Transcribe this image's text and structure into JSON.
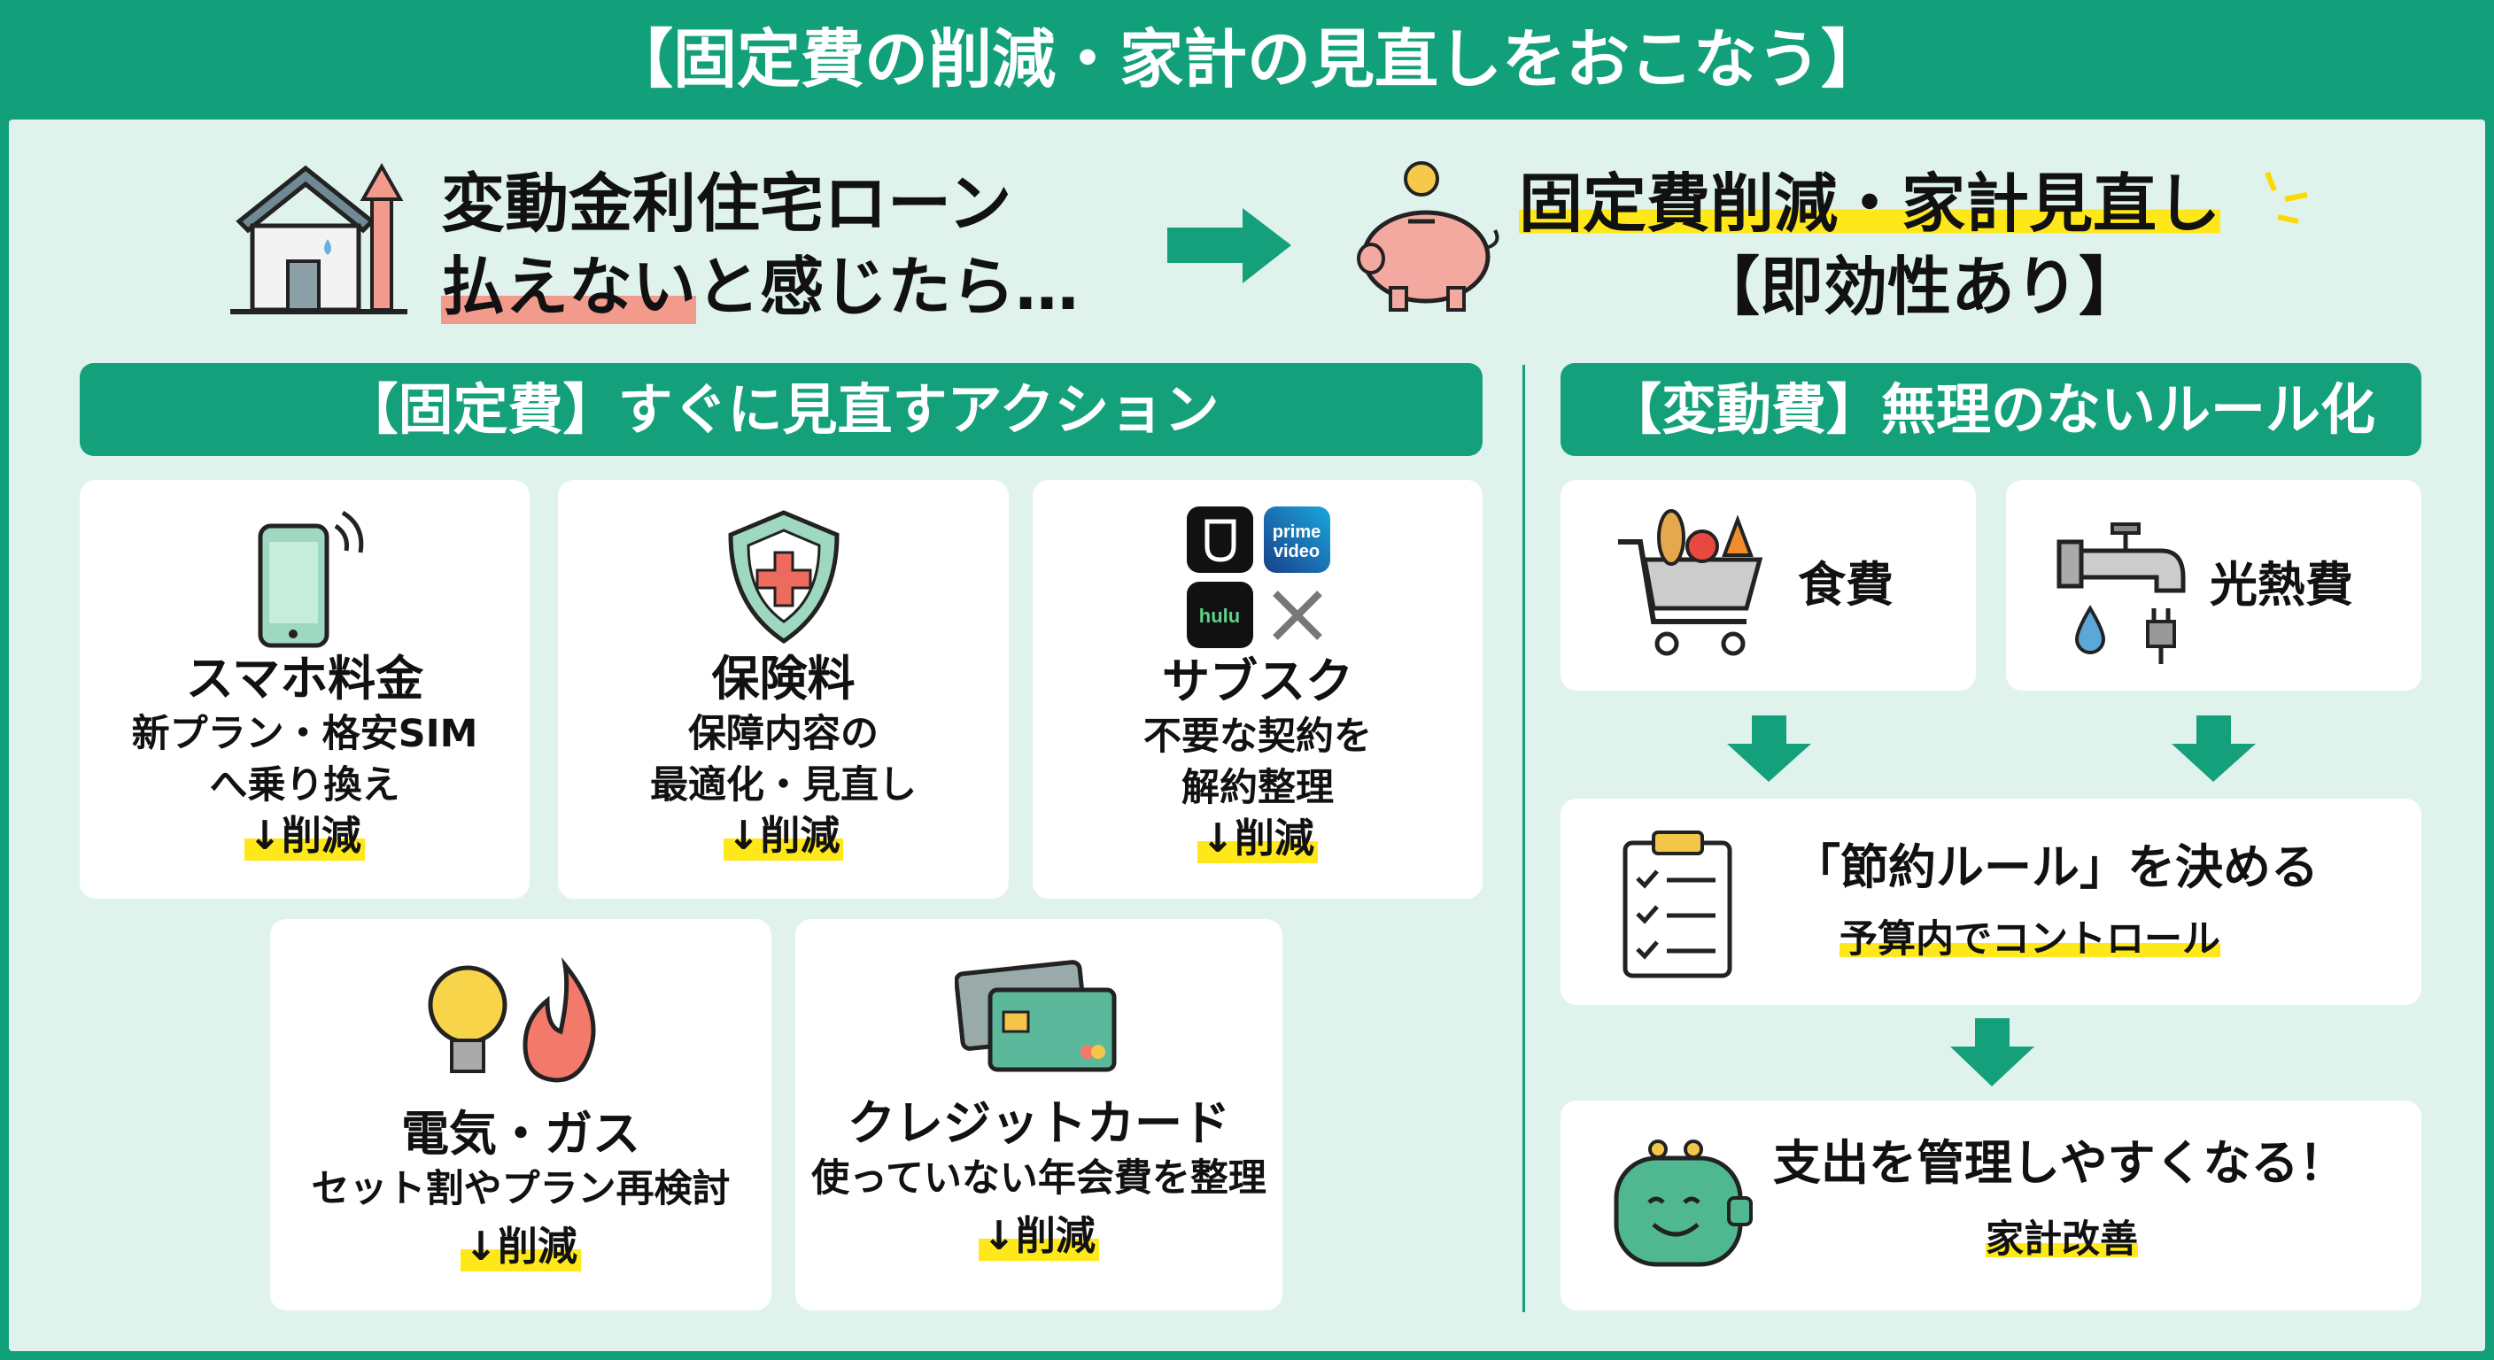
{
  "title": "【固定費の削減・家計の見直しをおこなう】",
  "intro": {
    "problem_line1": "変動金利住宅ローン",
    "problem_line2_highlight": "払えない",
    "problem_line2_rest": "と感じたら…",
    "solution_line1": "固定費削減・家計見直し",
    "solution_line2": "【即効性あり】"
  },
  "fixed": {
    "header": "【固定費】すぐに見直すアクション",
    "reduce_label": "↓削減",
    "cards": [
      {
        "title": "スマホ料金",
        "desc1": "新プラン・格安SIM",
        "desc2": "へ乗り換え",
        "icon": "smartphone-icon"
      },
      {
        "title": "保険料",
        "desc1": "保障内容の",
        "desc2": "最適化・見直し",
        "icon": "shield-cross-icon"
      },
      {
        "title": "サブスク",
        "desc1": "不要な契約を",
        "desc2": "解約整理",
        "icon": "subscription-apps-icon",
        "apps": [
          "prime video",
          "hulu"
        ]
      },
      {
        "title": "電気・ガス",
        "desc1": "セット割やプラン再検討",
        "icon": "bulb-flame-icon"
      },
      {
        "title": "クレジットカード",
        "desc1": "使っていない年会費を整理",
        "icon": "credit-card-icon"
      }
    ]
  },
  "variable": {
    "header": "【変動費】無理のないルール化",
    "food": "食費",
    "utilities": "光熱費",
    "rule_title": "「節約ルール」を決める",
    "rule_sub": "予算内でコントロール",
    "result_title": "支出を管理しやすくなる！",
    "result_sub": "家計改善"
  },
  "colors": {
    "brand": "#14a07a",
    "bg": "#dff3ec",
    "highlight": "#ffe81a",
    "pink": "#f29a8c"
  }
}
